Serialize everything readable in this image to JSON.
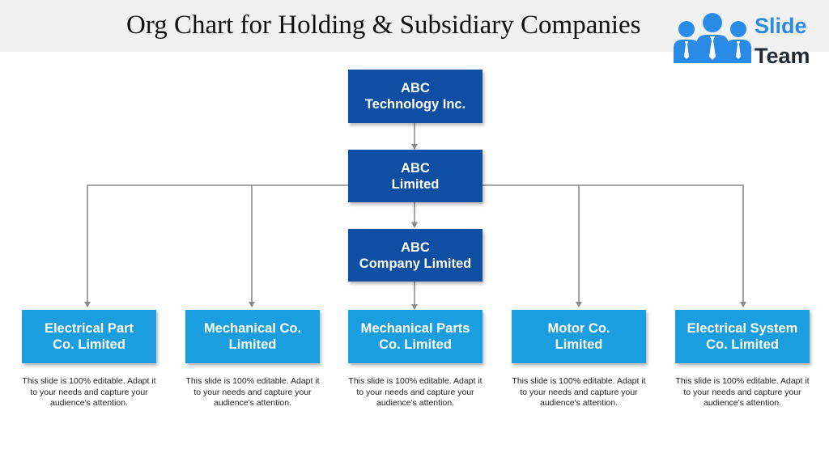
{
  "title": "Org Chart for Holding & Subsidiary Companies",
  "logo": {
    "line1": "Slide",
    "line2": "Team",
    "icon": "people-group-icon"
  },
  "colors": {
    "dark_box": "#0f4fa3",
    "light_box": "#1a9ee0",
    "connector": "#8a8a8a",
    "logo_blue": "#2a8be6"
  },
  "hierarchy": {
    "top": {
      "line1": "ABC",
      "line2": "Technology Inc."
    },
    "middle": {
      "line1": "ABC",
      "line2": "Limited"
    },
    "lower": {
      "line1": "ABC",
      "line2": "Company Limited"
    }
  },
  "subsidiaries": [
    {
      "line1": "Electrical Part",
      "line2": "Co. Limited",
      "desc": "This slide is 100% editable. Adapt it to your needs and capture your audience's attention."
    },
    {
      "line1": "Mechanical Co.",
      "line2": "Limited",
      "desc": "This slide is 100% editable. Adapt it to your needs and capture your audience's attention."
    },
    {
      "line1": "Mechanical Parts",
      "line2": "Co. Limited",
      "desc": "This slide is 100% editable. Adapt it to your needs and capture your audience's attention."
    },
    {
      "line1": "Motor Co.",
      "line2": "Limited",
      "desc": "This slide is 100% editable. Adapt it to your needs and capture your audience's attention."
    },
    {
      "line1": "Electrical System",
      "line2": "Co. Limited",
      "desc": "This slide is 100% editable. Adapt it to your needs and capture your audience's attention."
    }
  ]
}
